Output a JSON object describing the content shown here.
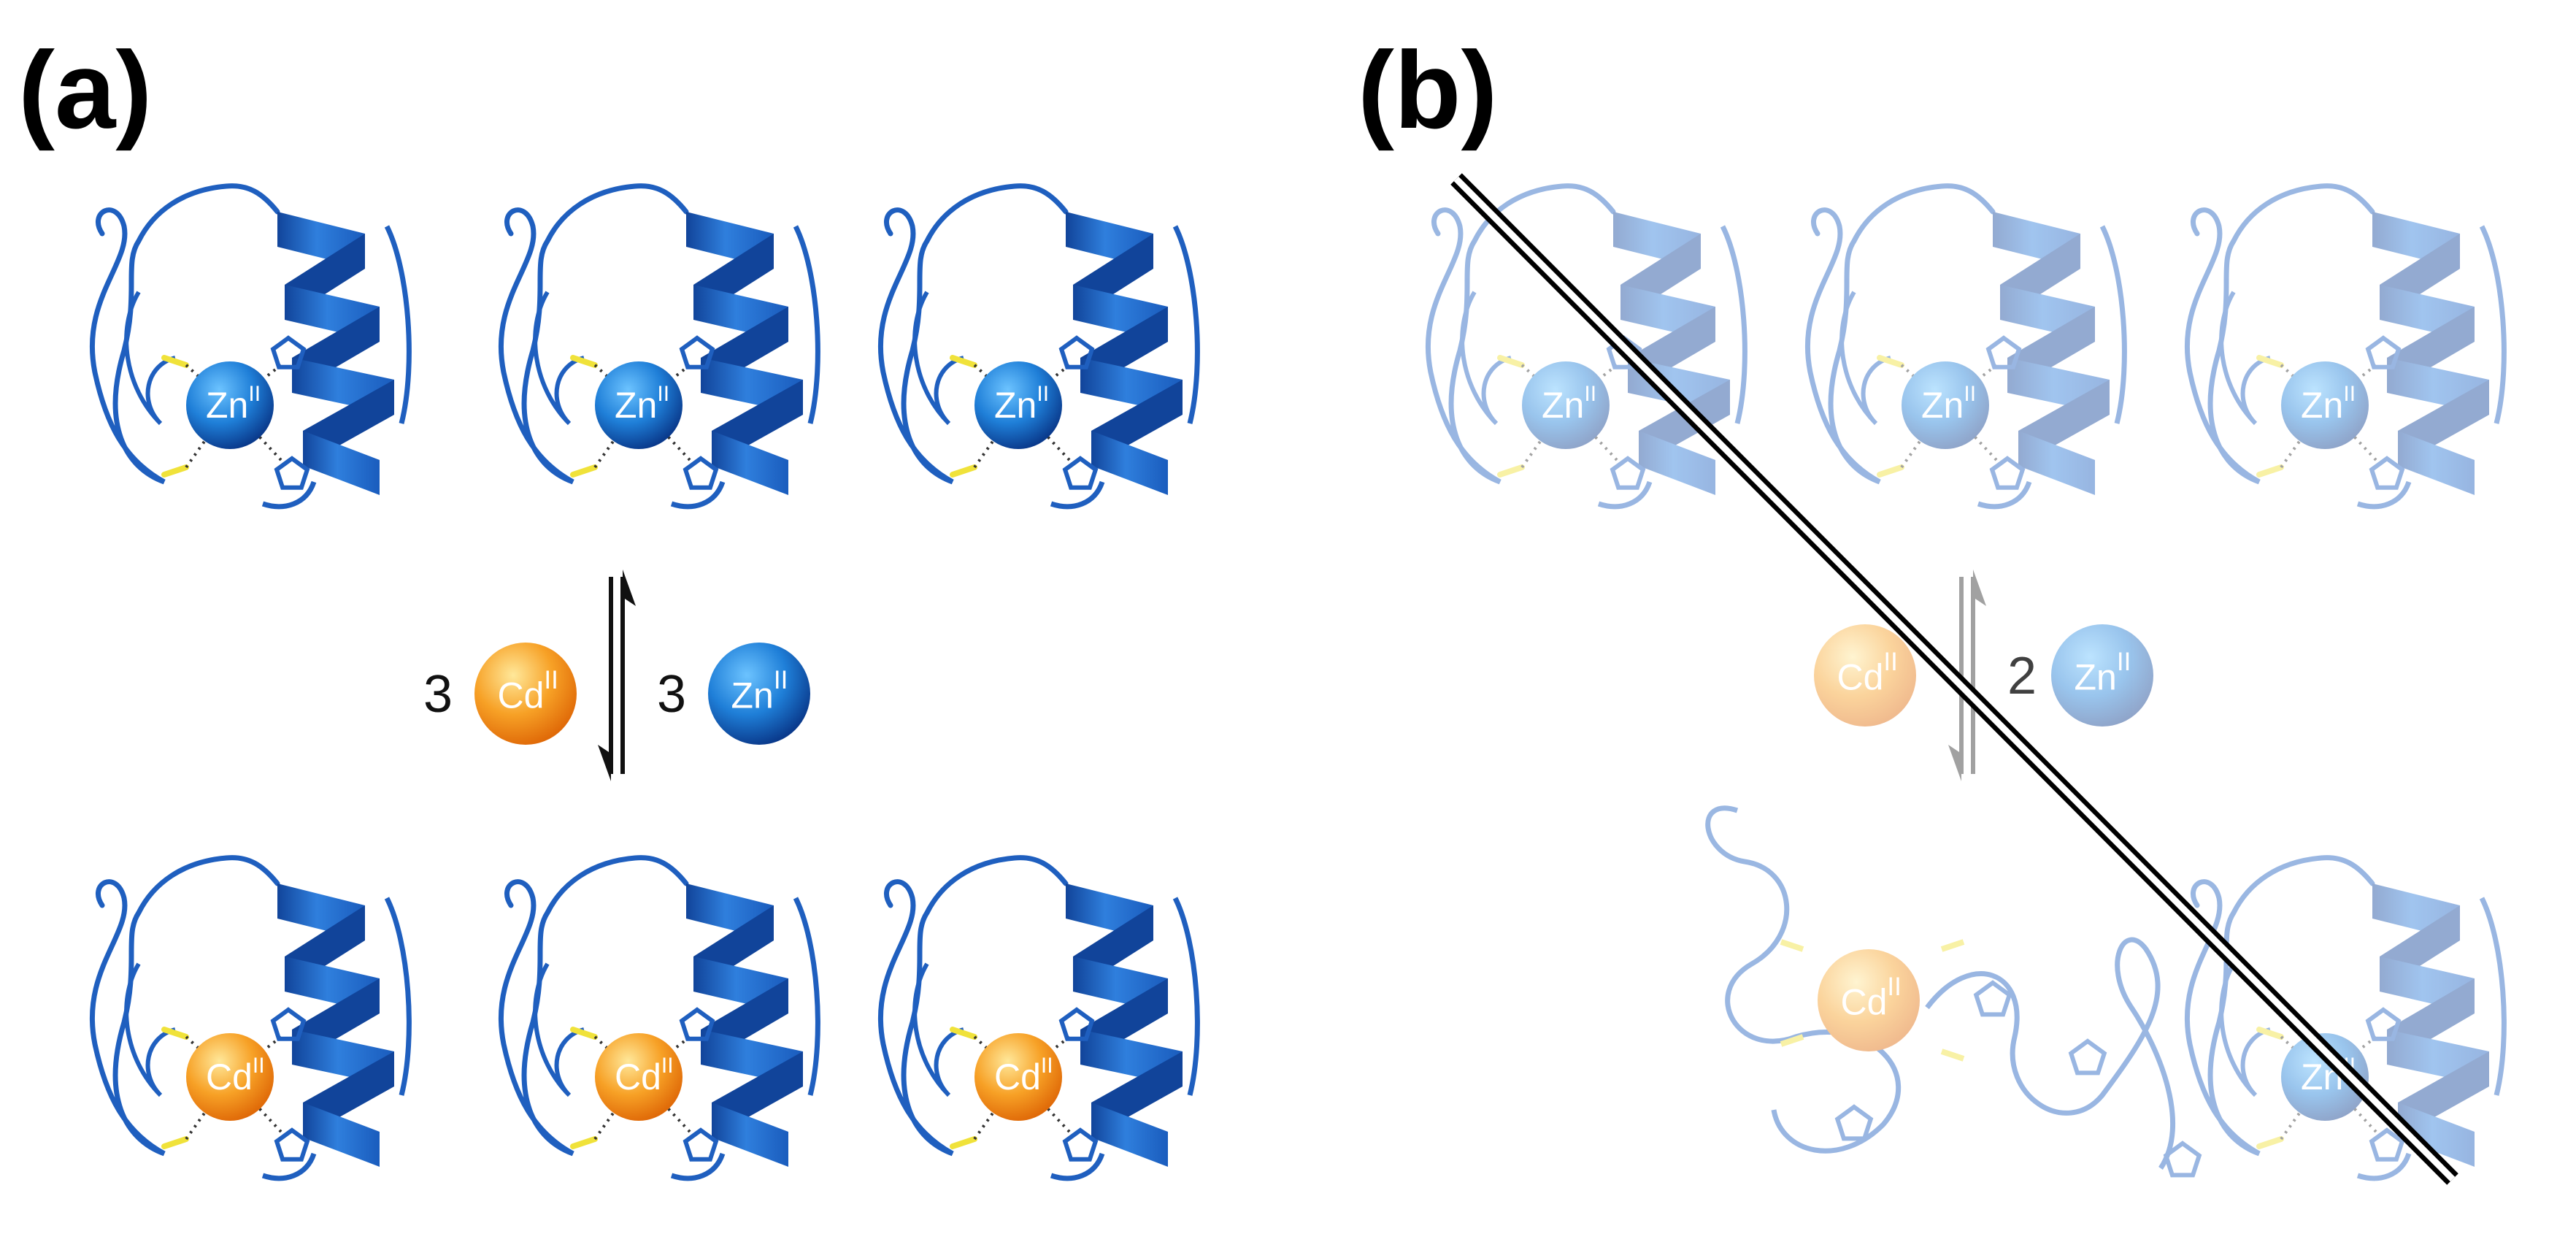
{
  "panels": [
    {
      "label": "(a)",
      "top_row_ion": "Zn",
      "bottom_row_ion": "Cd",
      "ion_superscript": "II",
      "forward_coef": "3",
      "forward_ion": "Cd",
      "reverse_coef": "3",
      "reverse_ion": "Zn"
    },
    {
      "label": "(b)",
      "top_row_ion": "Zn",
      "bottom_left_ion": "Cd",
      "bottom_right_ion": "Zn",
      "ion_superscript": "II",
      "forward_coef": "",
      "forward_ion": "Cd",
      "reverse_coef": "2",
      "reverse_ion": "Zn",
      "crossed_out": true
    }
  ],
  "colors": {
    "protein": "#1f5fbf",
    "helix_light": "#2f7fdd",
    "helix_dark": "#11449a",
    "zn_light": "#39a0ee",
    "zn_dark": "#0a3a8c",
    "cd_light": "#ffd56a",
    "cd_dark": "#e06a08",
    "sulfur": "#f0e23a",
    "arrow": "#111111",
    "cross_line": "#000000"
  }
}
